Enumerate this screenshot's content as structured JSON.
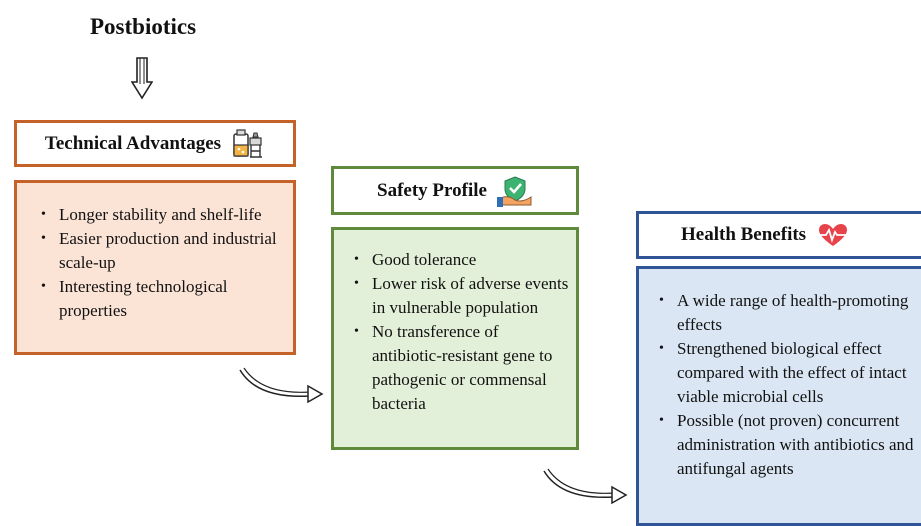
{
  "title": "Postbiotics",
  "technical": {
    "heading": "Technical Advantages",
    "items": [
      "Longer stability and shelf-life",
      "Easier production  and industrial scale-up",
      "Interesting technological properties"
    ]
  },
  "safety": {
    "heading": "Safety Profile",
    "items": [
      "Good tolerance",
      "Lower risk of adverse events in vulnerable population",
      "No transference of antibiotic-resistant gene to pathogenic or commensal bacteria"
    ]
  },
  "health": {
    "heading": "Health Benefits",
    "items": [
      "A wide range of health-promoting effects",
      "Strengthened biological effect compared with the effect of intact viable microbial cells",
      "Possible (not proven) concurrent administration with antibiotics and antifungal agents"
    ]
  },
  "colors": {
    "technical_border": "#c5622a",
    "technical_fill": "#fbe3d6",
    "safety_border": "#5f8a3c",
    "safety_fill": "#e3f0d9",
    "health_border": "#2f5597",
    "health_fill": "#dae6f3"
  },
  "icons": {
    "technical": "lab-equipment-icon",
    "safety": "shield-hand-icon",
    "health": "heart-pulse-icon"
  }
}
